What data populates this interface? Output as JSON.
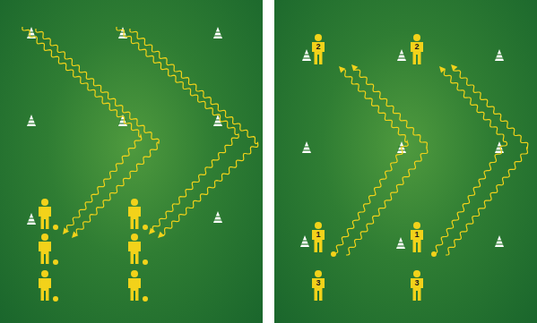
{
  "diagram": {
    "labels": [
      "2",
      "2",
      "1",
      "1",
      "3",
      "3"
    ]
  }
}
